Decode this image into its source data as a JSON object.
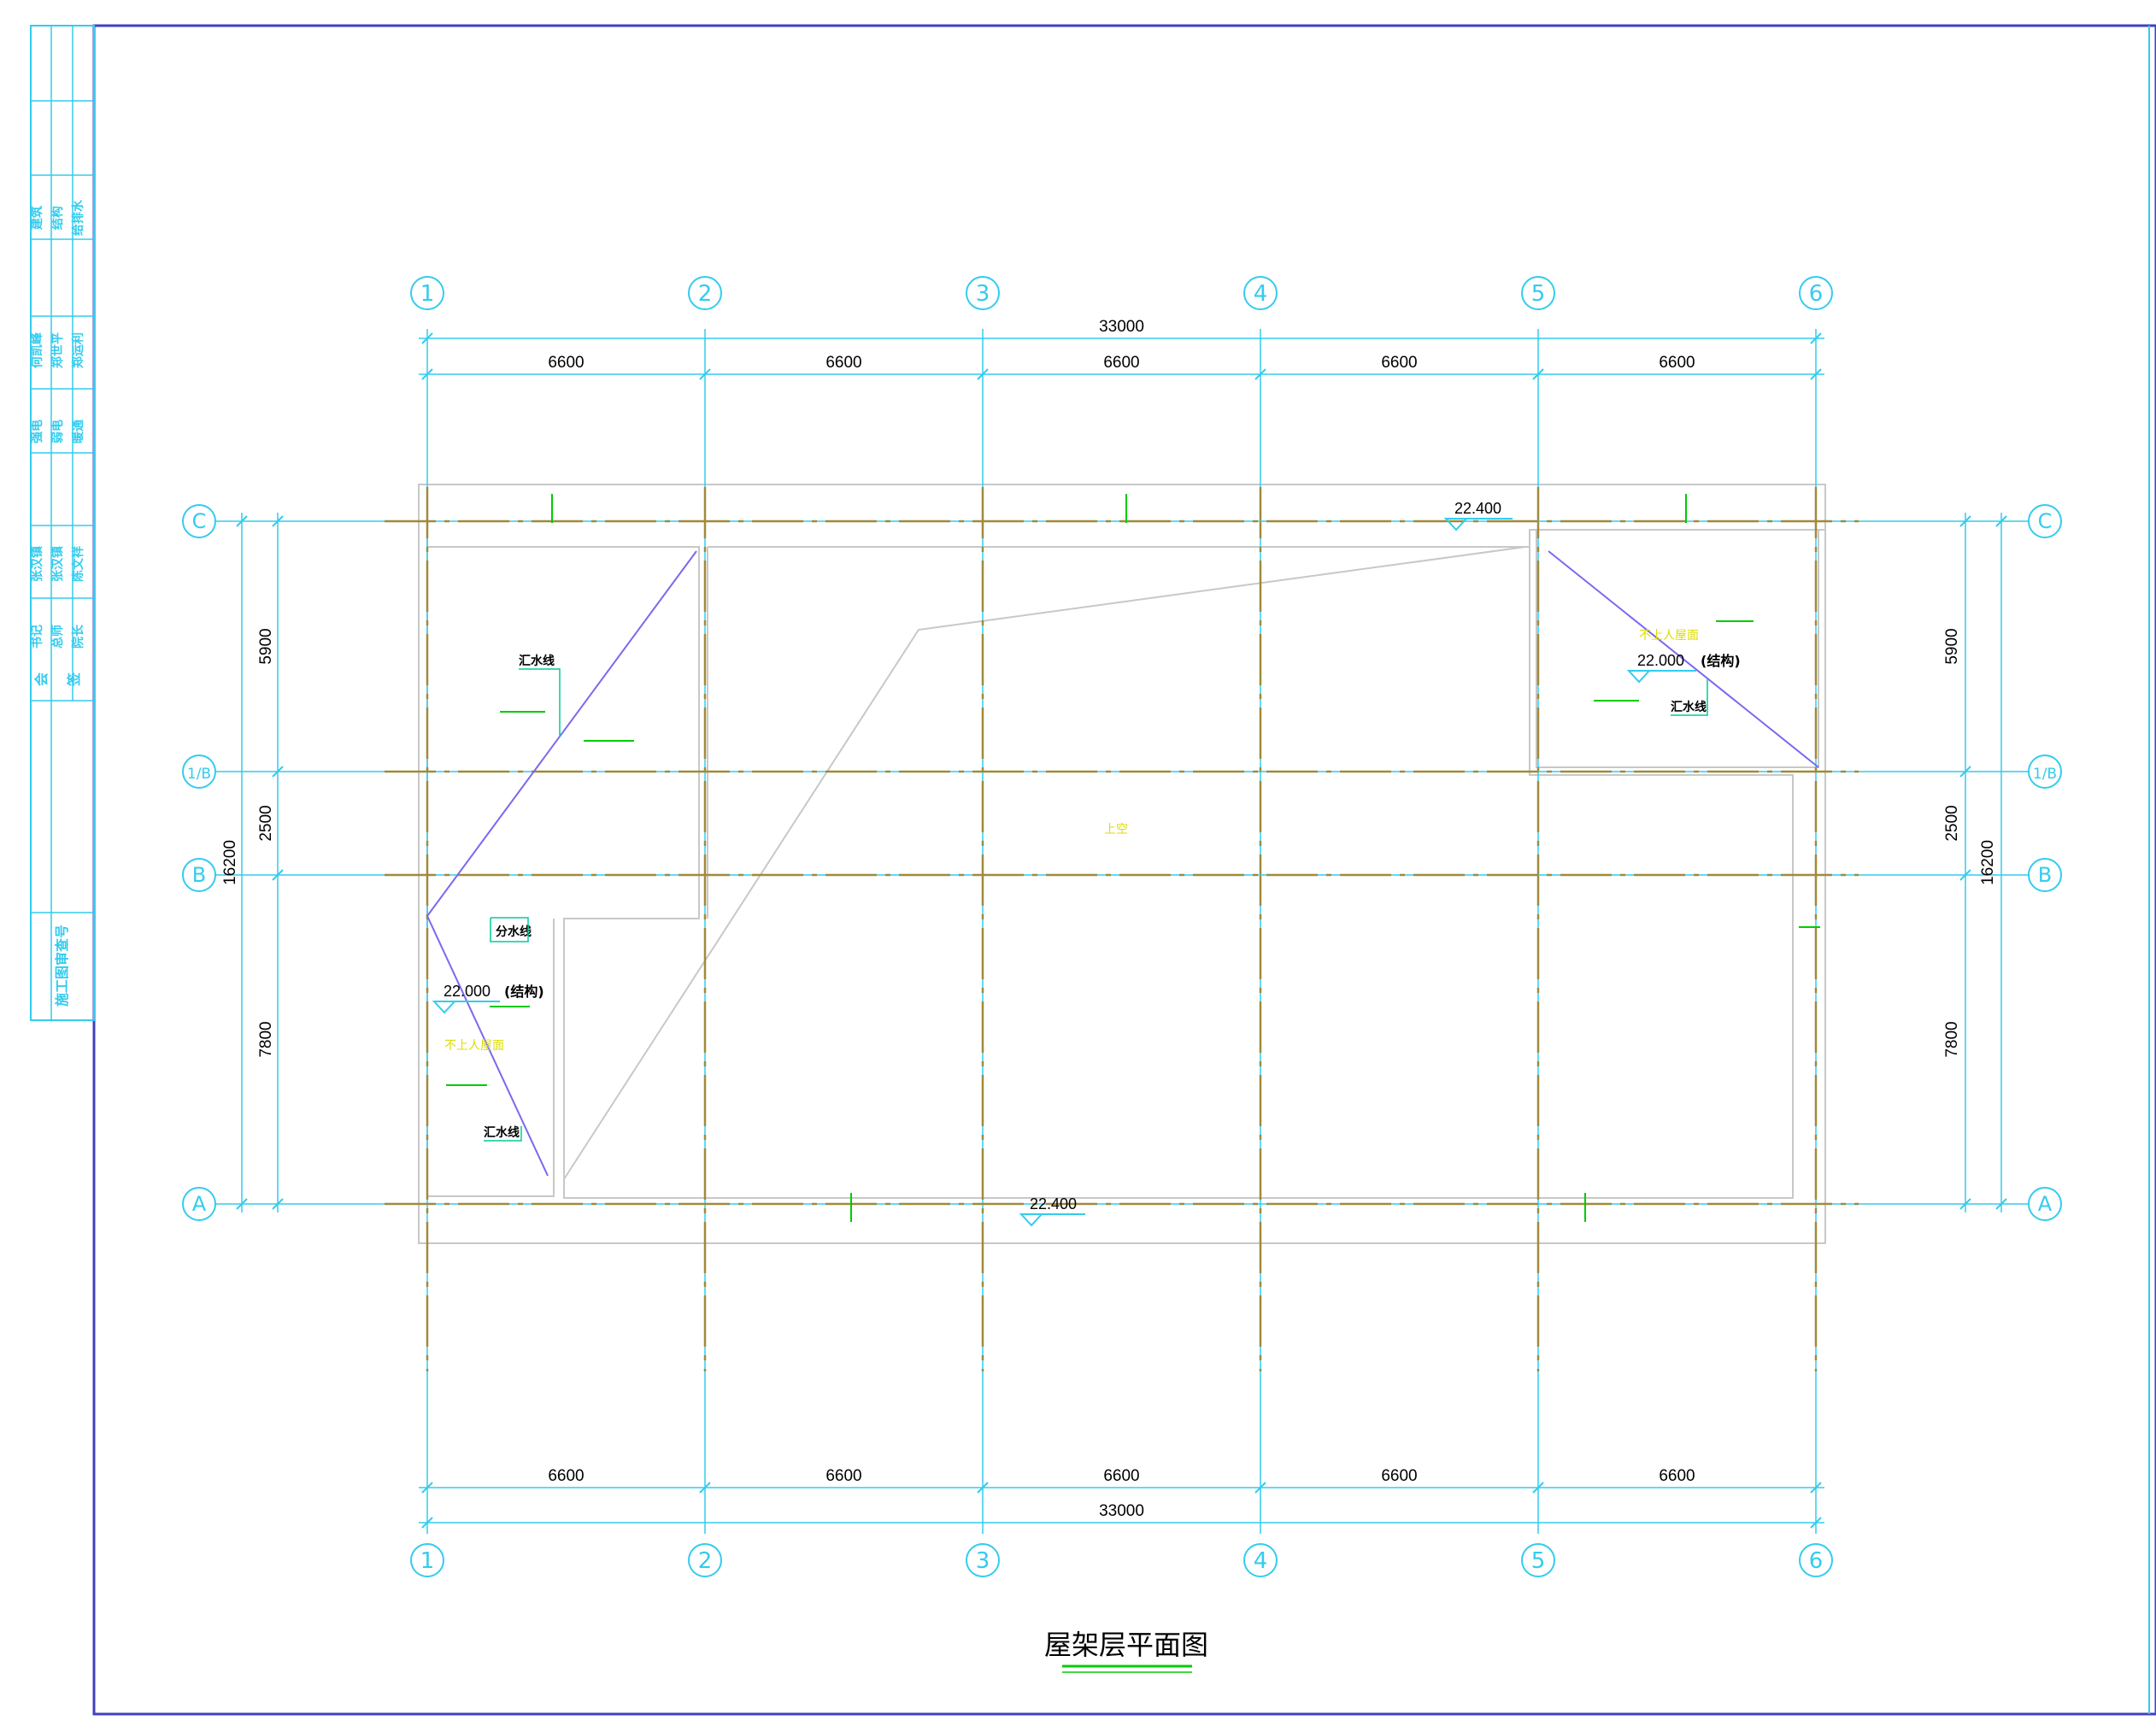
{
  "drawing": {
    "title": "屋架层平面图"
  },
  "title_block": {
    "stamp": "施工图审查号",
    "countersign_labels": [
      "会",
      "签"
    ],
    "disciplines": [
      [
        "建筑",
        "结构",
        "给排水"
      ],
      [
        "何凯峰",
        "郑世平",
        "郑运利"
      ],
      [
        "强电",
        "弱电",
        "暖通"
      ],
      [
        "张汉镇",
        "张汉镇",
        "陈文祥"
      ],
      [
        "书记",
        "总师",
        "院长"
      ]
    ]
  },
  "grid": {
    "columns": [
      "1",
      "2",
      "3",
      "4",
      "5",
      "6"
    ],
    "rows": [
      "C",
      "1/B",
      "B",
      "A"
    ],
    "column_spacings": [
      "6600",
      "6600",
      "6600",
      "6600",
      "6600"
    ],
    "column_total": "33000",
    "row_spacings": [
      "5900",
      "2500",
      "7800"
    ],
    "row_total": "16200"
  },
  "annotations": {
    "elev_top": "22.400",
    "elev_bottom": "22.400",
    "elev_left": "22.000",
    "elev_right": "22.000",
    "elev_suffix": "(结构)",
    "valley_line": "汇水线",
    "ridge_line": "分水线",
    "no_access_roof": "不上人屋面",
    "up_access": "上空"
  },
  "colors": {
    "grid_cyan": "#33ccee",
    "axis_line": "#a08a3a",
    "wall_gray": "#c8c8c8",
    "ridge_purple": "#7b68ee",
    "slope_green": "#00cc00",
    "title_green": "#00cc00",
    "frame_blue": "#4040c0",
    "text_black": "#000000",
    "note_yellow": "#dddd00"
  }
}
